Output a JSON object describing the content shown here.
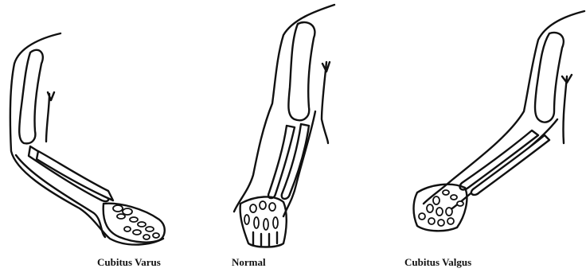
{
  "figure": {
    "panels": [
      {
        "label": "Cubitus Varus"
      },
      {
        "label": "Normal"
      },
      {
        "label": "Cubitus Valgus"
      }
    ]
  }
}
